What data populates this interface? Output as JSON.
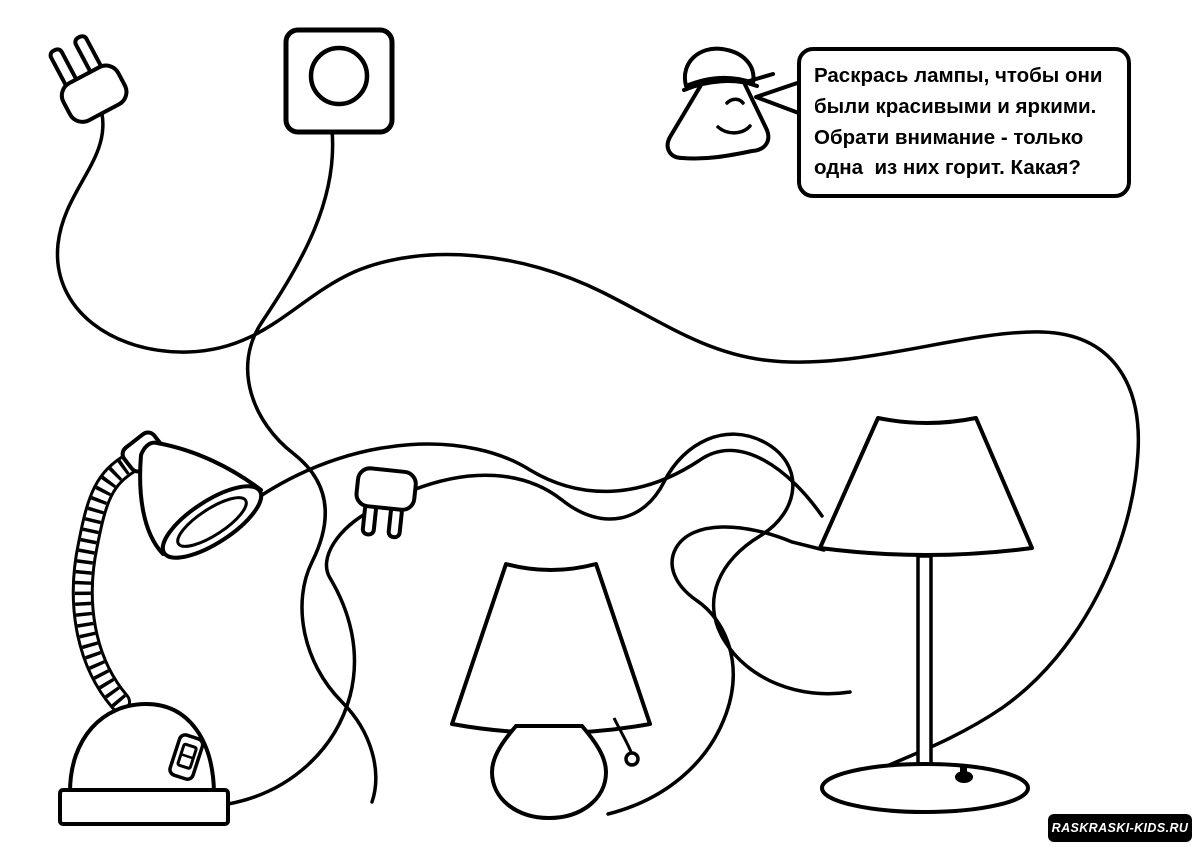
{
  "speech_bubble": {
    "lines": [
      "Раскрась лампы, чтобы они",
      "были красивыми и яркими.",
      "Обрати внимание - только",
      "одна  из них горит. Какая?"
    ]
  },
  "watermark": {
    "text": "RASKRASKI-KIDS.RU"
  },
  "scene": {
    "background_color": "#ffffff",
    "line_color": "#000000",
    "objects": [
      "power-plug-top-left",
      "wall-socket",
      "pencil-character",
      "speech-bubble",
      "tangled-wires",
      "desk-lamp",
      "small-plug-middle",
      "table-lamp",
      "floor-lamp"
    ]
  }
}
